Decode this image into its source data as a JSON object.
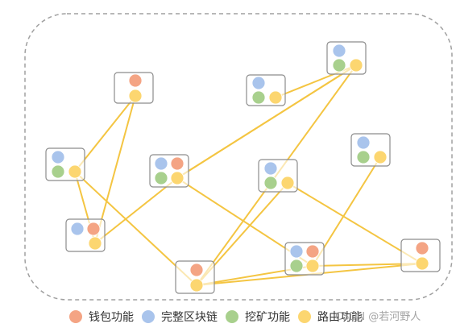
{
  "colors": {
    "wallet": "#f4a484",
    "full_blockchain": "#a9c4ec",
    "mining": "#a8d08d",
    "routing": "#fcd670",
    "edge": "#f4c542",
    "node_border": "#8c8c8c",
    "boundary": "#a0a0a0"
  },
  "legend": [
    {
      "key": "wallet",
      "label": "钱包功能"
    },
    {
      "key": "full_blockchain",
      "label": "完整区块链"
    },
    {
      "key": "mining",
      "label": "挖矿功能"
    },
    {
      "key": "routing",
      "label": "路由功能"
    }
  ],
  "watermark": "CSDN @若河野人",
  "nodes": [
    {
      "id": "n1",
      "functions": [
        "wallet",
        "routing"
      ]
    },
    {
      "id": "n2",
      "functions": [
        "full_blockchain",
        "mining",
        "routing"
      ]
    },
    {
      "id": "n3",
      "functions": [
        "full_blockchain",
        "mining",
        "routing"
      ]
    },
    {
      "id": "n4",
      "functions": [
        "full_blockchain",
        "mining",
        "routing"
      ]
    },
    {
      "id": "n5",
      "functions": [
        "full_blockchain",
        "wallet",
        "mining",
        "routing"
      ]
    },
    {
      "id": "n6",
      "functions": [
        "full_blockchain",
        "mining",
        "routing"
      ]
    },
    {
      "id": "n7",
      "functions": [
        "full_blockchain",
        "mining",
        "routing"
      ]
    },
    {
      "id": "n8",
      "functions": [
        "full_blockchain",
        "wallet",
        "routing"
      ]
    },
    {
      "id": "n9",
      "functions": [
        "wallet",
        "routing"
      ]
    },
    {
      "id": "n10",
      "functions": [
        "full_blockchain",
        "wallet",
        "mining",
        "routing"
      ]
    },
    {
      "id": "n11",
      "functions": [
        "wallet",
        "routing"
      ]
    }
  ],
  "edges": [
    [
      "n1",
      "n2"
    ],
    [
      "n1",
      "n8"
    ],
    [
      "n2",
      "n8"
    ],
    [
      "n2",
      "n9"
    ],
    [
      "n5",
      "n8"
    ],
    [
      "n5",
      "n4"
    ],
    [
      "n4",
      "n5"
    ],
    [
      "n5",
      "n10"
    ],
    [
      "n3",
      "n4"
    ],
    [
      "n4",
      "n9"
    ],
    [
      "n6",
      "n9"
    ],
    [
      "n6",
      "n11"
    ],
    [
      "n7",
      "n10"
    ],
    [
      "n9",
      "n10"
    ],
    [
      "n9",
      "n11"
    ],
    [
      "n10",
      "n11"
    ]
  ]
}
